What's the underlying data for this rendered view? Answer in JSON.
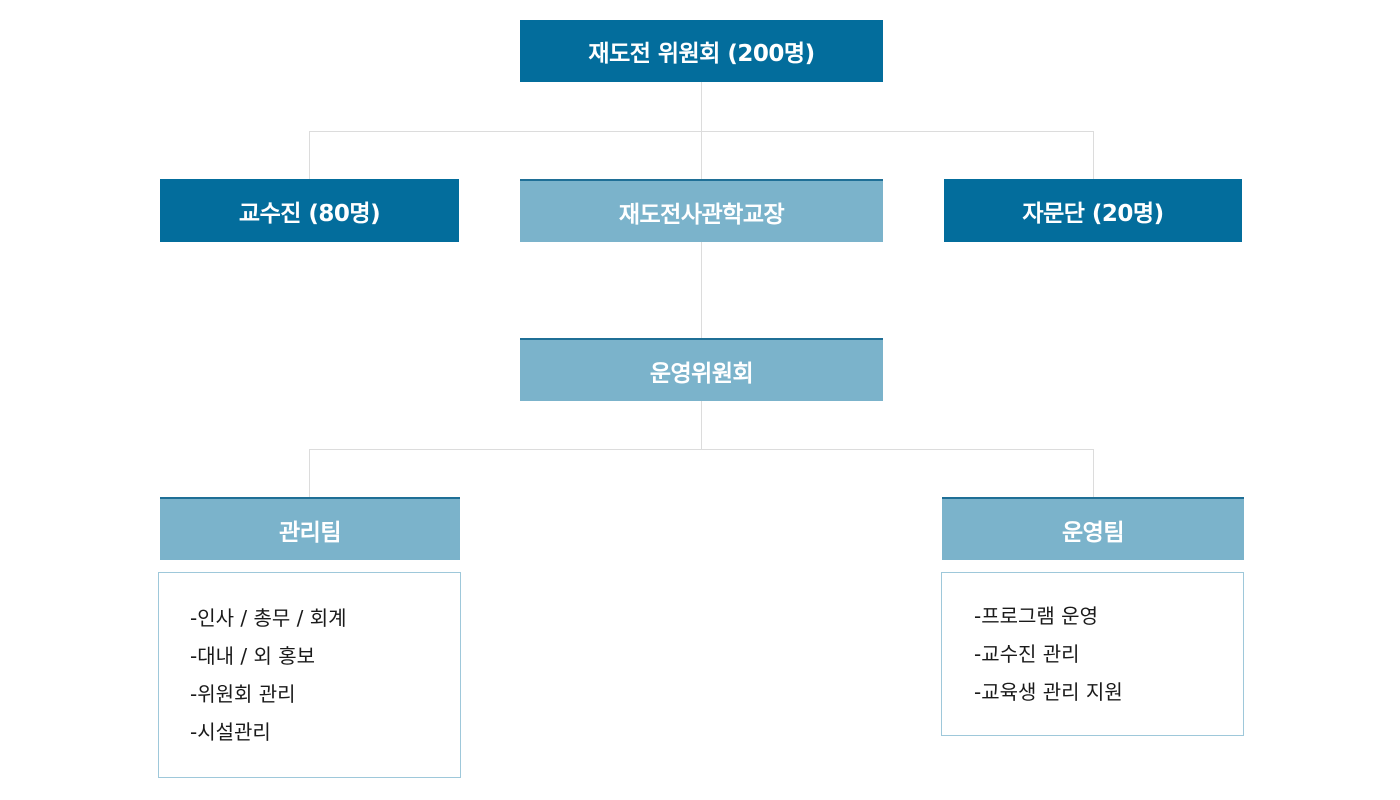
{
  "chart": {
    "root": "재도전 위원회 (200명)",
    "faculty": "교수진 (80명)",
    "principal": "재도전사관학교장",
    "advisory": "자문단 (20명)",
    "steering": "운영위원회",
    "mgmt_team": "관리팀",
    "ops_team": "운영팀"
  },
  "mgmt_duties": [
    "-인사 / 총무 / 회계",
    "-대내 / 외 홍보",
    "-위원회 관리",
    "-시설관리"
  ],
  "ops_duties": [
    "-프로그램 운영",
    "-교수진 관리",
    "-교육생 관리 지원"
  ],
  "colors": {
    "dark_box": "#036d9c",
    "light_box": "#7bb3cb",
    "connector": "#dcdcdc",
    "list_border": "#9ec8da"
  }
}
